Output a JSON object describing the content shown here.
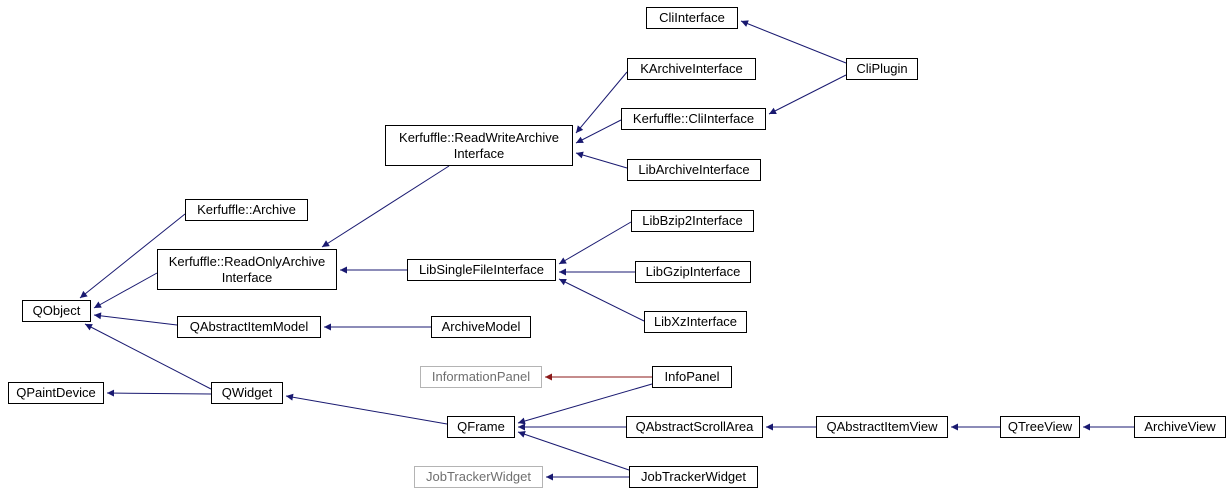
{
  "diagram": {
    "type": "inheritance-graph",
    "colors": {
      "inheritance_edge": "#191970",
      "private_inheritance_edge": "#8b1a1a",
      "node_border": "#000000",
      "node_fill": "#ffffff",
      "truncated_node_border": "#b4b4b4",
      "truncated_node_text": "#6f6f6f",
      "background": "#ffffff"
    },
    "nodes": [
      {
        "id": "CliInterface",
        "label": "CliInterface",
        "truncated": false
      },
      {
        "id": "KArchiveInterface",
        "label": "KArchiveInterface",
        "truncated": false
      },
      {
        "id": "CliPlugin",
        "label": "CliPlugin",
        "truncated": false
      },
      {
        "id": "KerfuffleCliInterface",
        "label": "Kerfuffle::CliInterface",
        "truncated": false
      },
      {
        "id": "KerfuffleReadWriteArchiveInterface",
        "label": "Kerfuffle::ReadWriteArchive\nInterface",
        "truncated": false
      },
      {
        "id": "LibArchiveInterface",
        "label": "LibArchiveInterface",
        "truncated": false
      },
      {
        "id": "KerfuffleArchive",
        "label": "Kerfuffle::Archive",
        "truncated": false
      },
      {
        "id": "LibBzip2Interface",
        "label": "LibBzip2Interface",
        "truncated": false
      },
      {
        "id": "KerfuffleReadOnlyArchiveInterface",
        "label": "Kerfuffle::ReadOnlyArchive\nInterface",
        "truncated": false
      },
      {
        "id": "LibSingleFileInterface",
        "label": "LibSingleFileInterface",
        "truncated": false
      },
      {
        "id": "LibGzipInterface",
        "label": "LibGzipInterface",
        "truncated": false
      },
      {
        "id": "QObject",
        "label": "QObject",
        "truncated": false
      },
      {
        "id": "LibXzInterface",
        "label": "LibXzInterface",
        "truncated": false
      },
      {
        "id": "QAbstractItemModel",
        "label": "QAbstractItemModel",
        "truncated": false
      },
      {
        "id": "ArchiveModel",
        "label": "ArchiveModel",
        "truncated": false
      },
      {
        "id": "InformationPanel",
        "label": "InformationPanel",
        "truncated": true
      },
      {
        "id": "InfoPanel",
        "label": "InfoPanel",
        "truncated": false
      },
      {
        "id": "QPaintDevice",
        "label": "QPaintDevice",
        "truncated": false
      },
      {
        "id": "QWidget",
        "label": "QWidget",
        "truncated": false
      },
      {
        "id": "QFrame",
        "label": "QFrame",
        "truncated": false
      },
      {
        "id": "QAbstractScrollArea",
        "label": "QAbstractScrollArea",
        "truncated": false
      },
      {
        "id": "QAbstractItemView",
        "label": "QAbstractItemView",
        "truncated": false
      },
      {
        "id": "QTreeView",
        "label": "QTreeView",
        "truncated": false
      },
      {
        "id": "ArchiveView",
        "label": "ArchiveView",
        "truncated": false
      },
      {
        "id": "JobTrackerWidgetTruncated",
        "label": "JobTrackerWidget",
        "truncated": true
      },
      {
        "id": "JobTrackerWidget",
        "label": "JobTrackerWidget",
        "truncated": false
      }
    ],
    "edges": [
      {
        "from": "CliPlugin",
        "to": "CliInterface",
        "relation": "public-inheritance"
      },
      {
        "from": "CliPlugin",
        "to": "KerfuffleCliInterface",
        "relation": "public-inheritance"
      },
      {
        "from": "KArchiveInterface",
        "to": "KerfuffleReadWriteArchiveInterface",
        "relation": "public-inheritance"
      },
      {
        "from": "KerfuffleCliInterface",
        "to": "KerfuffleReadWriteArchiveInterface",
        "relation": "public-inheritance"
      },
      {
        "from": "LibArchiveInterface",
        "to": "KerfuffleReadWriteArchiveInterface",
        "relation": "public-inheritance"
      },
      {
        "from": "KerfuffleReadWriteArchiveInterface",
        "to": "KerfuffleReadOnlyArchiveInterface",
        "relation": "public-inheritance"
      },
      {
        "from": "KerfuffleArchive",
        "to": "QObject",
        "relation": "public-inheritance"
      },
      {
        "from": "KerfuffleReadOnlyArchiveInterface",
        "to": "QObject",
        "relation": "public-inheritance"
      },
      {
        "from": "LibSingleFileInterface",
        "to": "KerfuffleReadOnlyArchiveInterface",
        "relation": "public-inheritance"
      },
      {
        "from": "LibBzip2Interface",
        "to": "LibSingleFileInterface",
        "relation": "public-inheritance"
      },
      {
        "from": "LibGzipInterface",
        "to": "LibSingleFileInterface",
        "relation": "public-inheritance"
      },
      {
        "from": "LibXzInterface",
        "to": "LibSingleFileInterface",
        "relation": "public-inheritance"
      },
      {
        "from": "QAbstractItemModel",
        "to": "QObject",
        "relation": "public-inheritance"
      },
      {
        "from": "ArchiveModel",
        "to": "QAbstractItemModel",
        "relation": "public-inheritance"
      },
      {
        "from": "QWidget",
        "to": "QObject",
        "relation": "public-inheritance"
      },
      {
        "from": "QWidget",
        "to": "QPaintDevice",
        "relation": "public-inheritance"
      },
      {
        "from": "InfoPanel",
        "to": "InformationPanel",
        "relation": "private-inheritance"
      },
      {
        "from": "InfoPanel",
        "to": "QFrame",
        "relation": "public-inheritance"
      },
      {
        "from": "QFrame",
        "to": "QWidget",
        "relation": "public-inheritance"
      },
      {
        "from": "QAbstractScrollArea",
        "to": "QFrame",
        "relation": "public-inheritance"
      },
      {
        "from": "QAbstractItemView",
        "to": "QAbstractScrollArea",
        "relation": "public-inheritance"
      },
      {
        "from": "QTreeView",
        "to": "QAbstractItemView",
        "relation": "public-inheritance"
      },
      {
        "from": "ArchiveView",
        "to": "QTreeView",
        "relation": "public-inheritance"
      },
      {
        "from": "JobTrackerWidget",
        "to": "JobTrackerWidgetTruncated",
        "relation": "public-inheritance"
      },
      {
        "from": "JobTrackerWidget",
        "to": "QFrame",
        "relation": "public-inheritance"
      }
    ]
  }
}
